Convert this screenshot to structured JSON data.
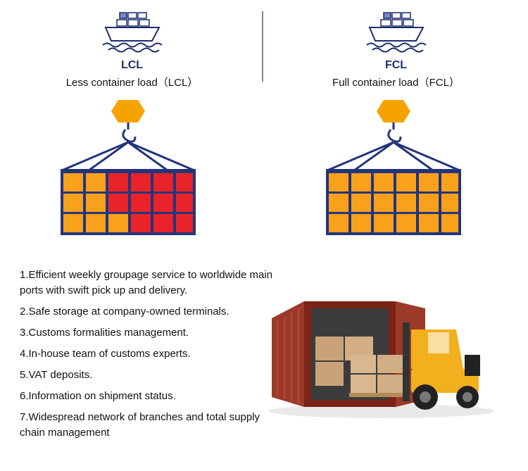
{
  "lcl": {
    "abbr": "LCL",
    "full": "Less container load（LCL）"
  },
  "fcl": {
    "abbr": "FCL",
    "full": "Full container load（FCL）"
  },
  "colors": {
    "navy": "#1d2d6b",
    "container_frame": "#23357a",
    "hook": "#f5a300",
    "box_orange": "#f9a11b",
    "box_red": "#e8242a"
  },
  "features": [
    "1.Efficient weekly groupage service to worldwide main ports with swift pick up and delivery.",
    "2.Safe storage at company-owned terminals.",
    "3.Customs formalities management.",
    "4.In-house team of customs experts.",
    "5.VAT deposits.",
    "6.Information on shipment status.",
    "7.Widespread network of branches and total supply chain management"
  ]
}
